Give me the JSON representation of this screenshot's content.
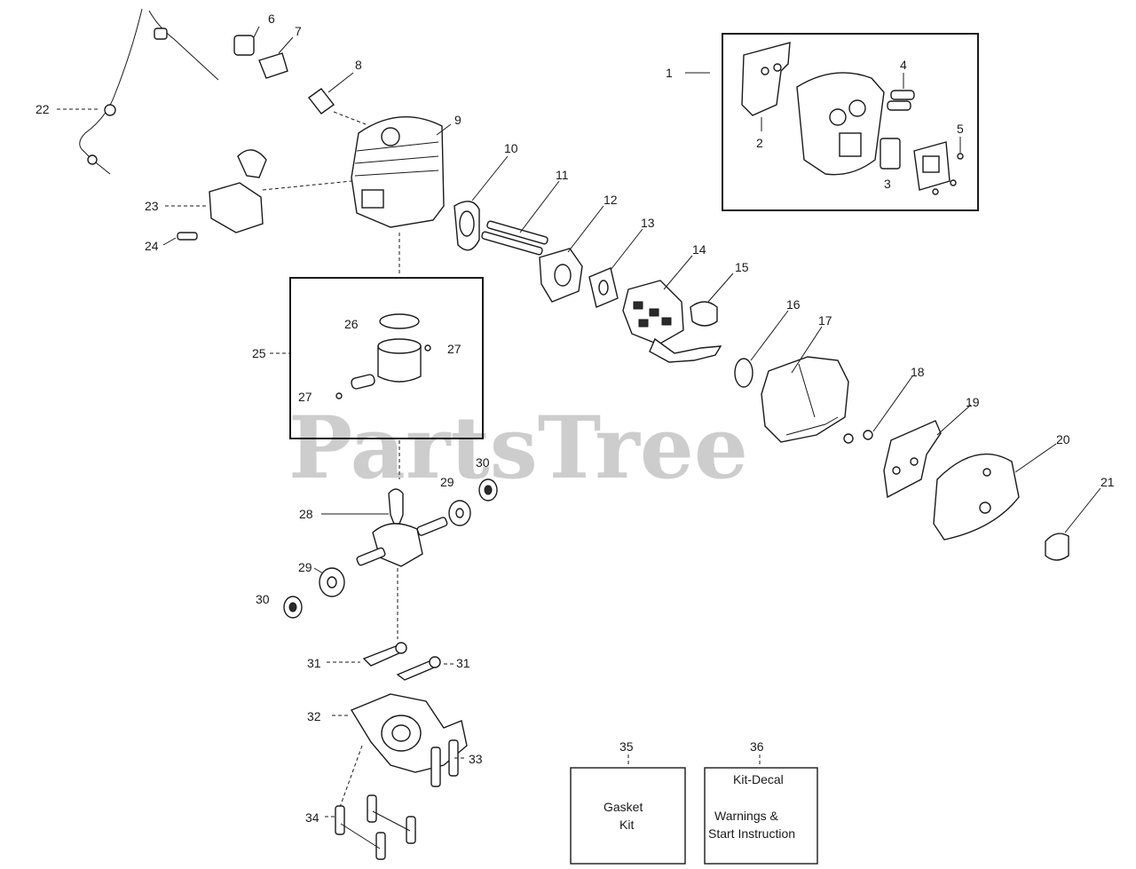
{
  "watermark": "PartsTree",
  "callouts": {
    "c1": "1",
    "c2": "2",
    "c3": "3",
    "c4": "4",
    "c5": "5",
    "c6": "6",
    "c7": "7",
    "c8": "8",
    "c9": "9",
    "c10": "10",
    "c11": "11",
    "c12": "12",
    "c13": "13",
    "c14": "14",
    "c15": "15",
    "c16": "16",
    "c17": "17",
    "c18": "18",
    "c19": "19",
    "c20": "20",
    "c21": "21",
    "c22": "22",
    "c23": "23",
    "c24": "24",
    "c25": "25",
    "c26": "26",
    "c27a": "27",
    "c27b": "27",
    "c28": "28",
    "c29a": "29",
    "c29b": "29",
    "c30a": "30",
    "c30b": "30",
    "c31a": "31",
    "c31b": "31",
    "c32": "32",
    "c33": "33",
    "c34": "34",
    "c35": "35",
    "c36": "36"
  },
  "kits": {
    "gasket": {
      "line1": "Gasket",
      "line2": "Kit"
    },
    "decal": {
      "title": "Kit-Decal",
      "line1": "Warnings &",
      "line2": "Start Instruction"
    }
  }
}
